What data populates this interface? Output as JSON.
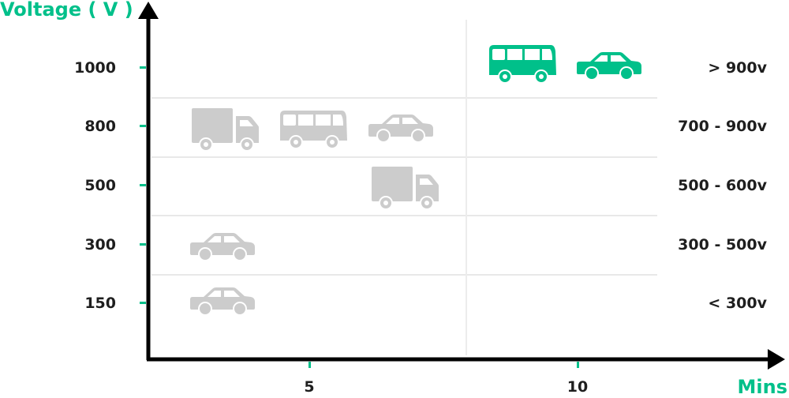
{
  "axis": {
    "y_title": "Voltage ( V )",
    "x_title": "Mins",
    "y_ticks": [
      "1000",
      "800",
      "500",
      "300",
      "150"
    ],
    "x_ticks": [
      "5",
      "10"
    ]
  },
  "ranges": [
    "> 900v",
    "700 - 900v",
    "500 - 600v",
    "300 - 500v",
    "< 300v"
  ],
  "vehicles": [
    {
      "type": "truck",
      "voltage": "800",
      "color": "#cccccc"
    },
    {
      "type": "bus",
      "voltage": "800",
      "color": "#cccccc"
    },
    {
      "type": "car",
      "voltage": "800",
      "color": "#cccccc"
    },
    {
      "type": "truck",
      "voltage": "500",
      "color": "#cccccc"
    },
    {
      "type": "car",
      "voltage": "300",
      "color": "#cccccc"
    },
    {
      "type": "car",
      "voltage": "150",
      "color": "#cccccc"
    },
    {
      "type": "bus",
      "voltage": "1000",
      "color": "#00c08a"
    },
    {
      "type": "car",
      "voltage": "1000",
      "color": "#00c08a"
    }
  ],
  "colors": {
    "accent": "#00c08a",
    "inactive": "#cccccc",
    "axis": "#000000",
    "text": "#1e1e1e"
  }
}
